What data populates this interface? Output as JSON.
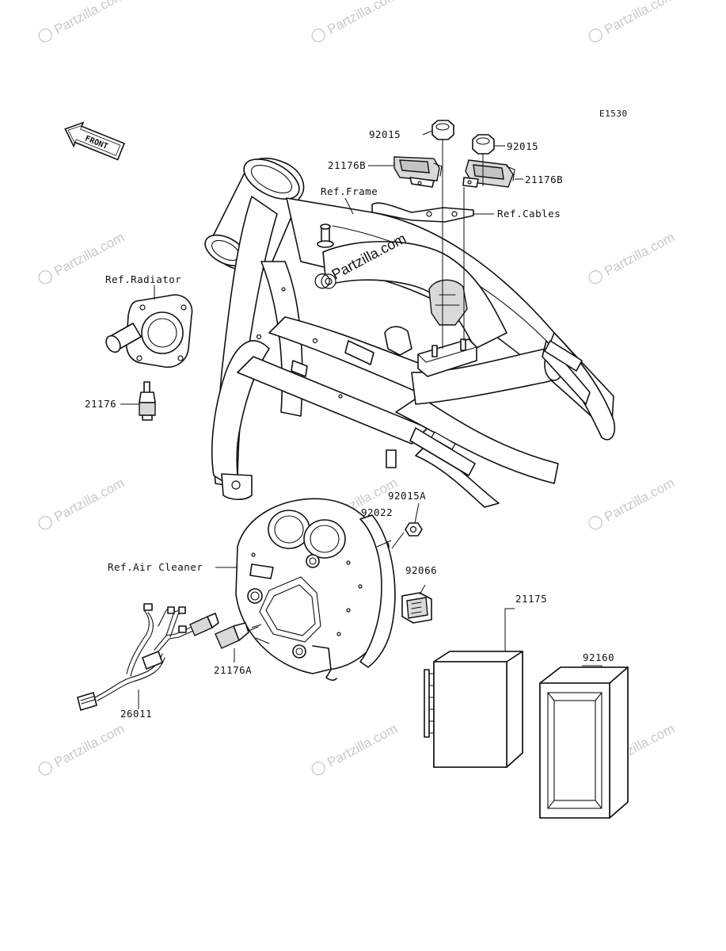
{
  "diagram_code": "E1530",
  "front_label": "FRONT",
  "watermark_brand": "Partzilla.com",
  "watermark_copyright": "©",
  "labels": {
    "nut_left": "92015",
    "nut_right": "92015",
    "sensor_left": "21176B",
    "sensor_right": "21176B",
    "ref_frame": "Ref.Frame",
    "ref_cables": "Ref.Cables",
    "ref_radiator": "Ref.Radiator",
    "water_temp_sensor": "21176",
    "nut_92015a": "92015A",
    "washer": "92022",
    "ref_air_cleaner": "Ref.Air Cleaner",
    "connector": "92066",
    "ecu": "21175",
    "ecu_cover": "92160",
    "air_temp_sensor": "21176A",
    "harness": "26011"
  }
}
